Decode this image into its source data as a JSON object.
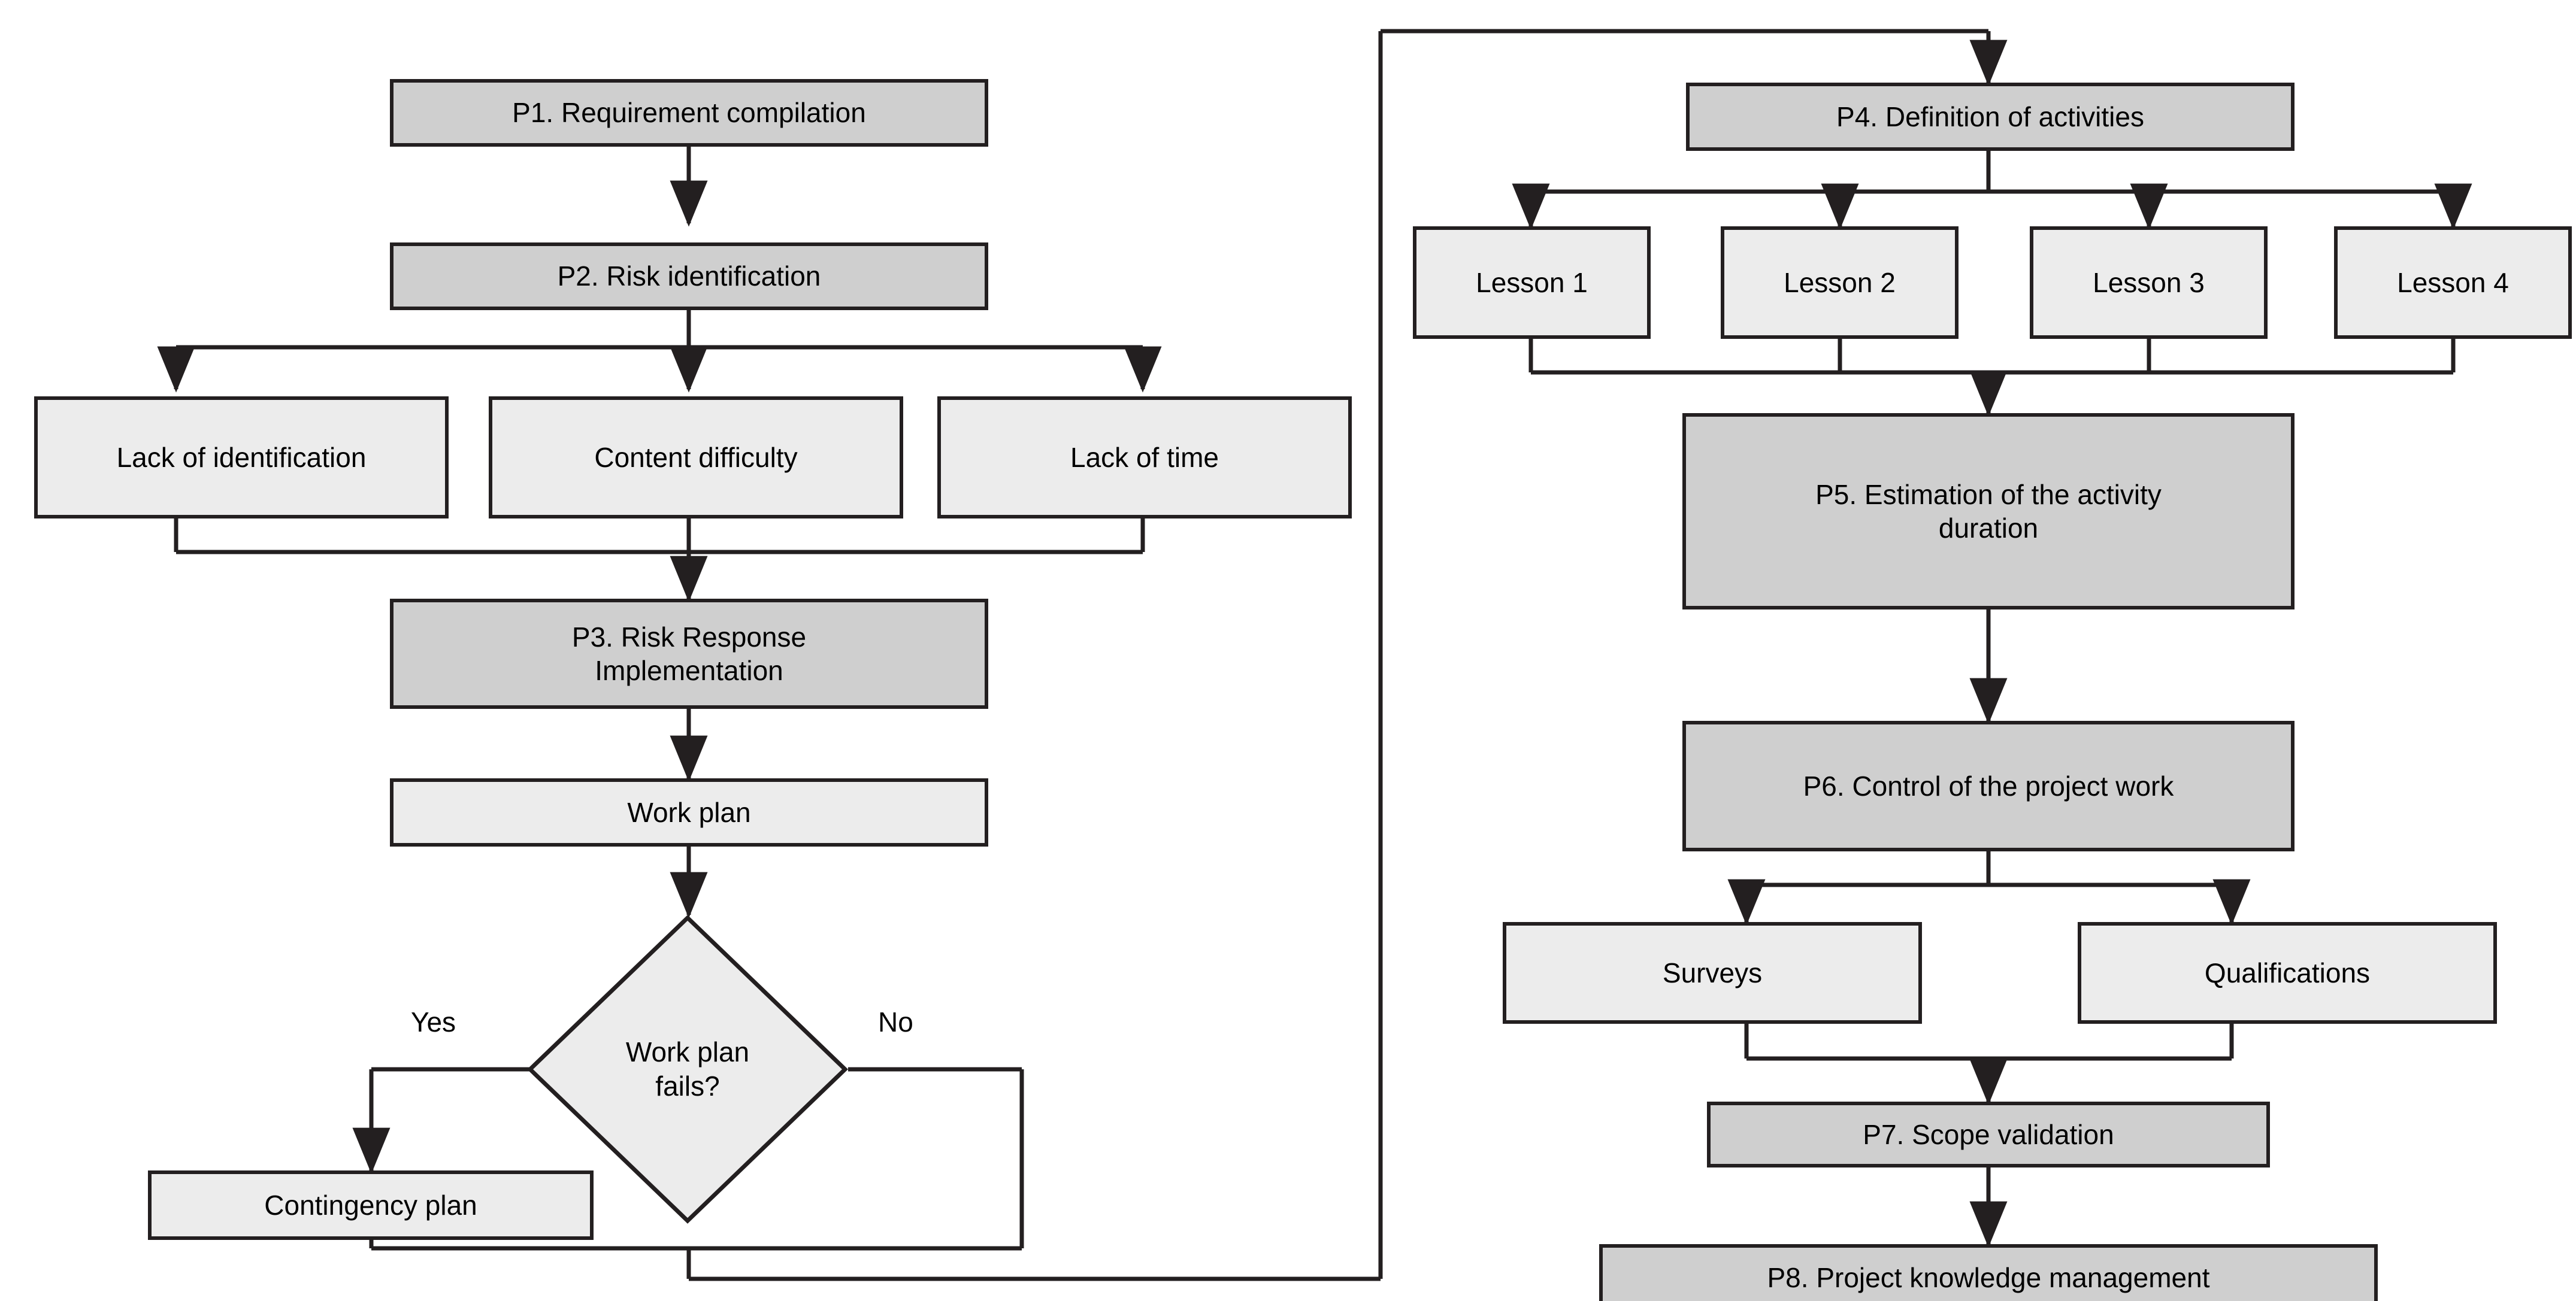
{
  "diagram": {
    "title": "Project management process flowchart",
    "colors": {
      "process_fill": "#cfcfcf",
      "item_fill": "#ececec",
      "stroke": "#231f20",
      "background": "#ffffff",
      "text": "#000000"
    },
    "left_column": {
      "p1": "P1. Requirement compilation",
      "p2": "P2. Risk identification",
      "risks": [
        "Lack of identification",
        "Content difficulty",
        "Lack of time"
      ],
      "p3_line1": "P3. Risk Response",
      "p3_line2": "Implementation",
      "work_plan": "Work plan",
      "decision_line1": "Work plan",
      "decision_line2": "fails?",
      "decision_yes": "Yes",
      "decision_no": "No",
      "contingency": "Contingency plan"
    },
    "right_column": {
      "p4": "P4. Definition of activities",
      "lessons": [
        "Lesson 1",
        "Lesson 2",
        "Lesson 3",
        "Lesson  4"
      ],
      "p5_line1": "P5. Estimation of the activity",
      "p5_line2": "duration",
      "p6": "P6. Control of the project work",
      "controls": [
        "Surveys",
        "Qualifications"
      ],
      "p7": "P7. Scope validation",
      "p8": "P8. Project knowledge management"
    }
  }
}
